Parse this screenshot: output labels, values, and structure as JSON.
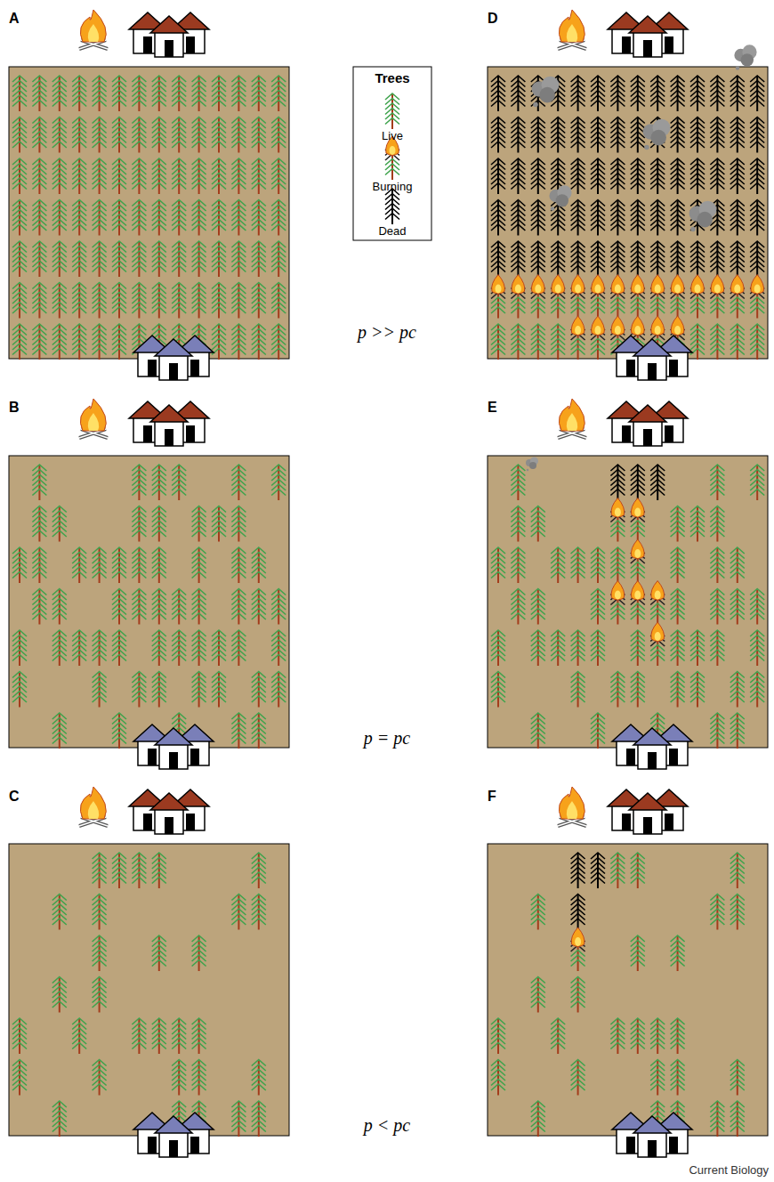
{
  "diagram": {
    "labels": [
      "A",
      "D",
      "B",
      "E",
      "C",
      "F",
      "Trees",
      "p >> pc",
      "p = pc",
      "p < pc",
      "Current Biology"
    ],
    "legend": [
      {
        "text": "Live"
      },
      {
        "text": "Burning"
      },
      {
        "text": "Dead"
      }
    ]
  }
}
